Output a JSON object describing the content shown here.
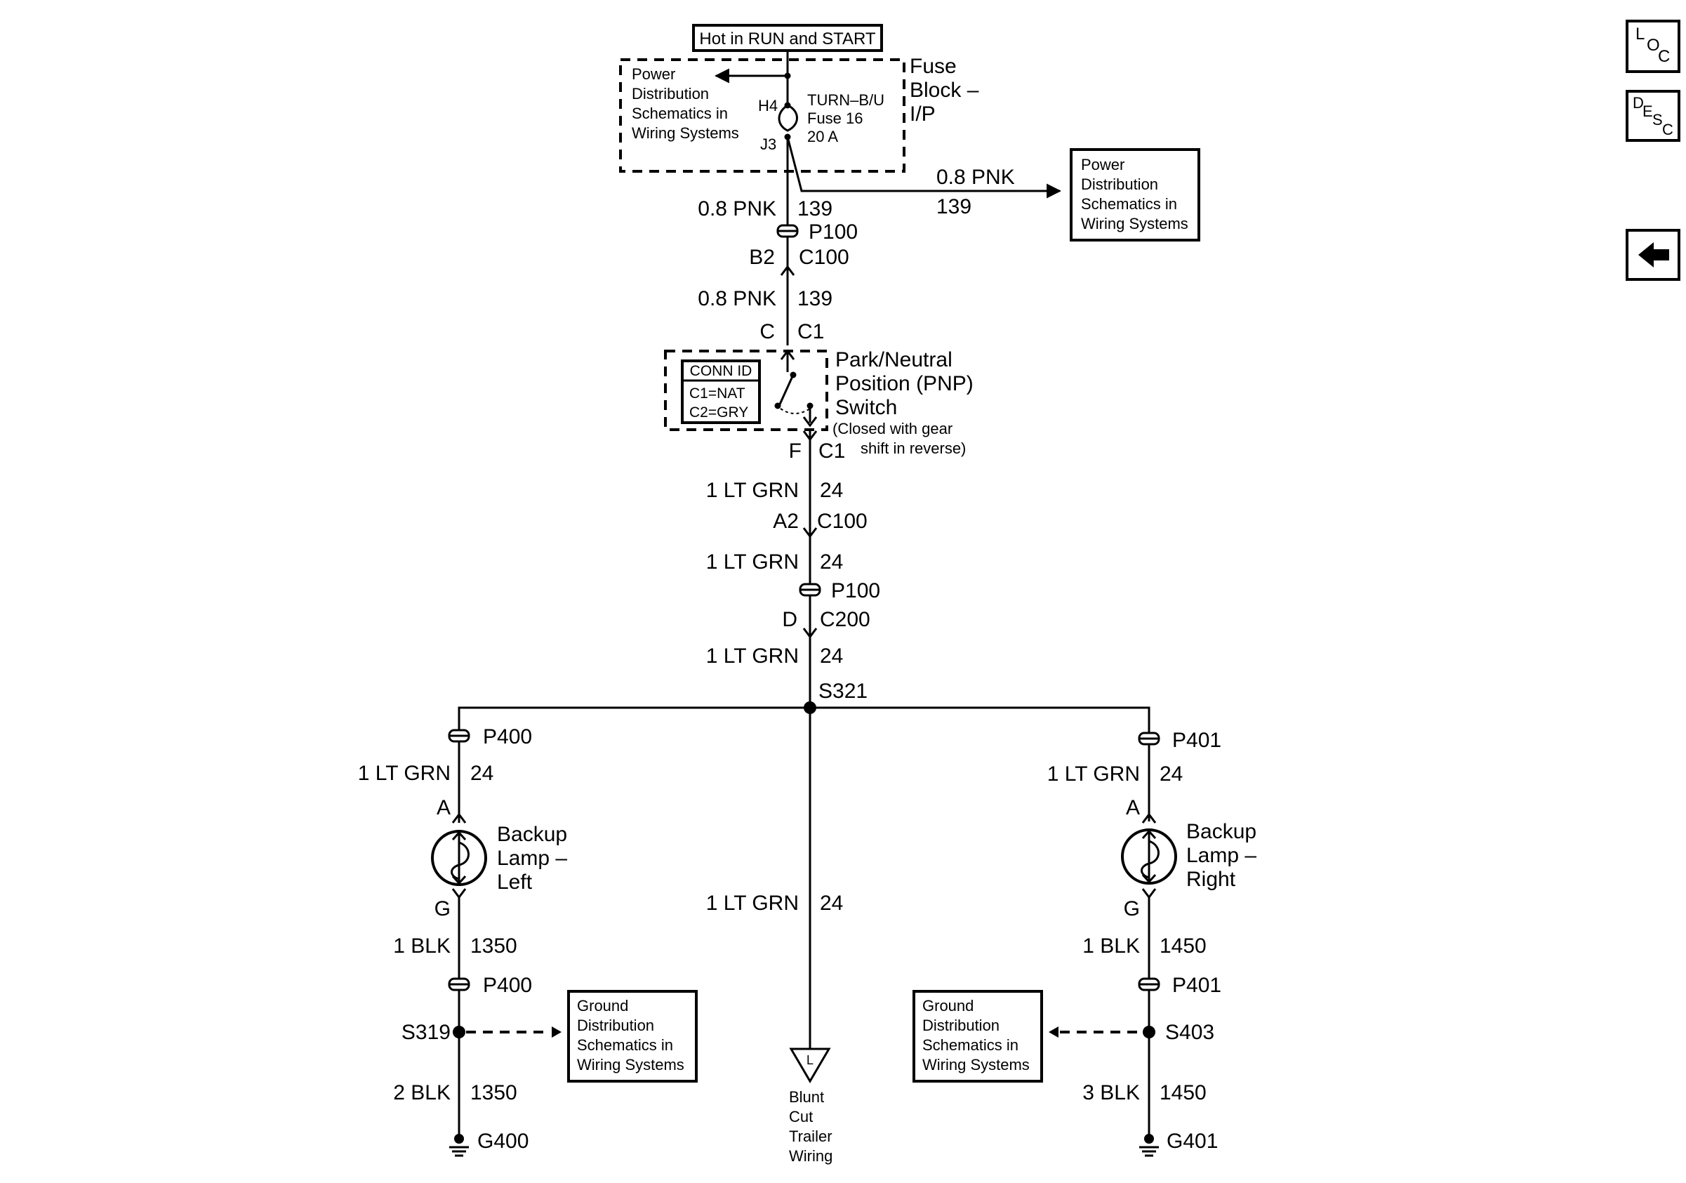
{
  "diagram": {
    "supply": {
      "hot_label": "Hot in RUN and START",
      "fuse_block_lines": [
        "Fuse",
        "Block –",
        "I/P"
      ],
      "fuse_lines": [
        "TURN–B/U",
        "Fuse 16",
        "20 A"
      ],
      "pin_in": "H4",
      "pin_out": "J3",
      "pd_left_lines": [
        "Power",
        "Distribution",
        "Schematics in",
        "Wiring Systems"
      ],
      "pd_right_lines": [
        "Power",
        "Distribution",
        "Schematics in",
        "Wiring Systems"
      ],
      "branch_wire": "0.8 PNK",
      "branch_circuit": "139"
    },
    "upper_wire": {
      "wire_1": "0.8 PNK",
      "circuit_1": "139",
      "splice_pack_1": "P100",
      "pin_1": "B2",
      "connector_1": "C100",
      "wire_2": "0.8 PNK",
      "circuit_2": "139",
      "pin_2": "C",
      "connector_2": "C1"
    },
    "switch": {
      "name_lines": [
        "Park/Neutral",
        "Position (PNP)",
        "Switch"
      ],
      "note_lines": [
        "(Closed with gear",
        "shift in reverse)"
      ],
      "conn_id_title": "CONN ID",
      "conn_id_lines": [
        "C1=NAT",
        "C2=GRY"
      ],
      "out_pin": "F",
      "out_connector": "C1"
    },
    "lower_wire": {
      "wire_1": "1 LT GRN",
      "circuit_1": "24",
      "pin_1": "A2",
      "connector_1": "C100",
      "wire_2": "1 LT GRN",
      "circuit_2": "24",
      "splice_pack_2": "P100",
      "pin_2": "D",
      "connector_2": "C200",
      "wire_3": "1 LT GRN",
      "circuit_3": "24",
      "splice": "S321"
    },
    "left": {
      "pack_1": "P400",
      "wire_1": "1 LT GRN",
      "circuit_1": "24",
      "pin_in": "A",
      "lamp_lines": [
        "Backup",
        "Lamp –",
        "Left"
      ],
      "pin_out": "G",
      "wire_2": "1 BLK",
      "circuit_2": "1350",
      "pack_2": "P400",
      "splice": "S319",
      "ground_dist_lines": [
        "Ground",
        "Distribution",
        "Schematics in",
        "Wiring Systems"
      ],
      "wire_3": "2 BLK",
      "circuit_3": "1350",
      "ground": "G400"
    },
    "center": {
      "wire": "1 LT GRN",
      "circuit": "24",
      "terminal_letter": "L",
      "terminal_lines": [
        "Blunt",
        "Cut",
        "Trailer",
        "Wiring"
      ]
    },
    "right": {
      "pack_1": "P401",
      "wire_1": "1 LT GRN",
      "circuit_1": "24",
      "pin_in": "A",
      "lamp_lines": [
        "Backup",
        "Lamp –",
        "Right"
      ],
      "pin_out": "G",
      "wire_2": "1 BLK",
      "circuit_2": "1450",
      "pack_2": "P401",
      "splice": "S403",
      "ground_dist_lines": [
        "Ground",
        "Distribution",
        "Schematics in",
        "Wiring Systems"
      ],
      "wire_3": "3 BLK",
      "circuit_3": "1450",
      "ground": "G401"
    }
  },
  "nav": {
    "loc": [
      "L",
      "O",
      "C"
    ],
    "desc": [
      "D",
      "E",
      "S",
      "C"
    ],
    "back_icon": "left-arrow-icon"
  }
}
